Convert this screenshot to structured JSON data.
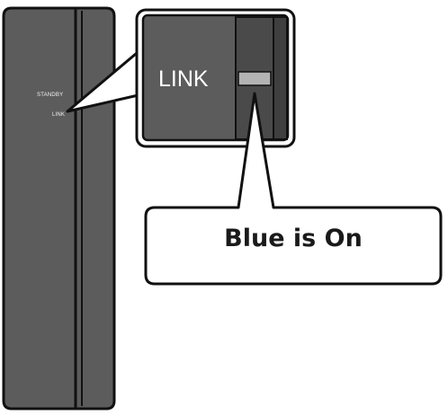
{
  "device": {
    "standby_label": "STANDBY",
    "link_label": "LINK"
  },
  "zoom": {
    "label": "LINK",
    "indicator_color": "#b3b3b3"
  },
  "callout": {
    "text": "Blue is On"
  },
  "colors": {
    "body_fill": "#5c5c5c",
    "outline": "#111111",
    "panel_dark": "#3f3f3f",
    "panel_divider": "#4a4a4a"
  }
}
